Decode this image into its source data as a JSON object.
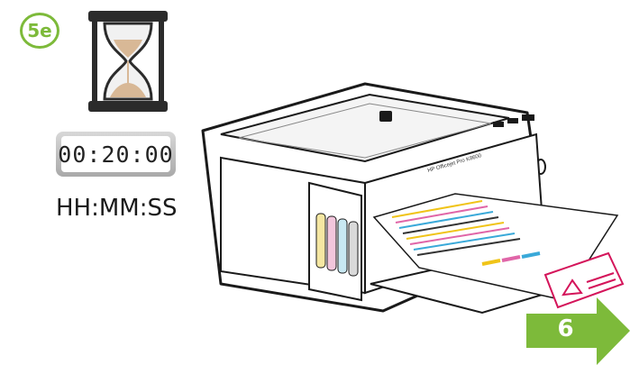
{
  "step": {
    "label": "5e"
  },
  "timer": {
    "display": "00:20:00",
    "format": "HH:MM:SS"
  },
  "printer": {
    "model_label": "HP Officejet Pro K8600"
  },
  "next": {
    "label": "6"
  },
  "colors": {
    "accent": "#7dba3a",
    "warning": "#d4145a"
  },
  "icons": [
    "hourglass-icon",
    "warning-icon",
    "arrow-right-icon"
  ]
}
